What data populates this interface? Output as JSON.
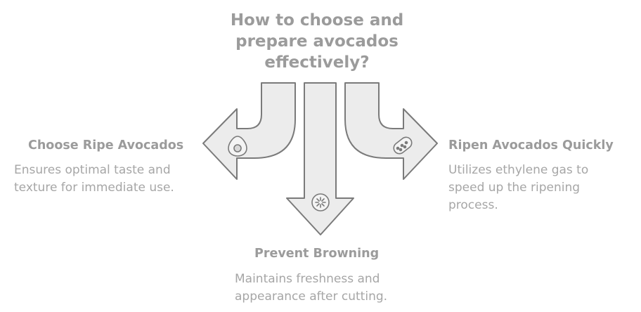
{
  "title": "How to choose and prepare avocados effectively?",
  "options": [
    {
      "label": "Choose Ripe Avocados",
      "description": [
        "Ensures optimal taste and",
        "texture for immediate use."
      ],
      "icon": "avocado-icon"
    },
    {
      "label": "Prevent Browning",
      "description": [
        "Maintains freshness and",
        "appearance after cutting."
      ],
      "icon": "lemon-slice-icon"
    },
    {
      "label": "Ripen Avocados Quickly",
      "description": [
        "Utilizes ethylene gas to",
        "speed up the ripening",
        "process."
      ],
      "icon": "paper-bag-icon"
    }
  ],
  "colors": {
    "stroke": "#7a7a7a",
    "fill": "#ececec",
    "text": "#9b9b9b"
  }
}
